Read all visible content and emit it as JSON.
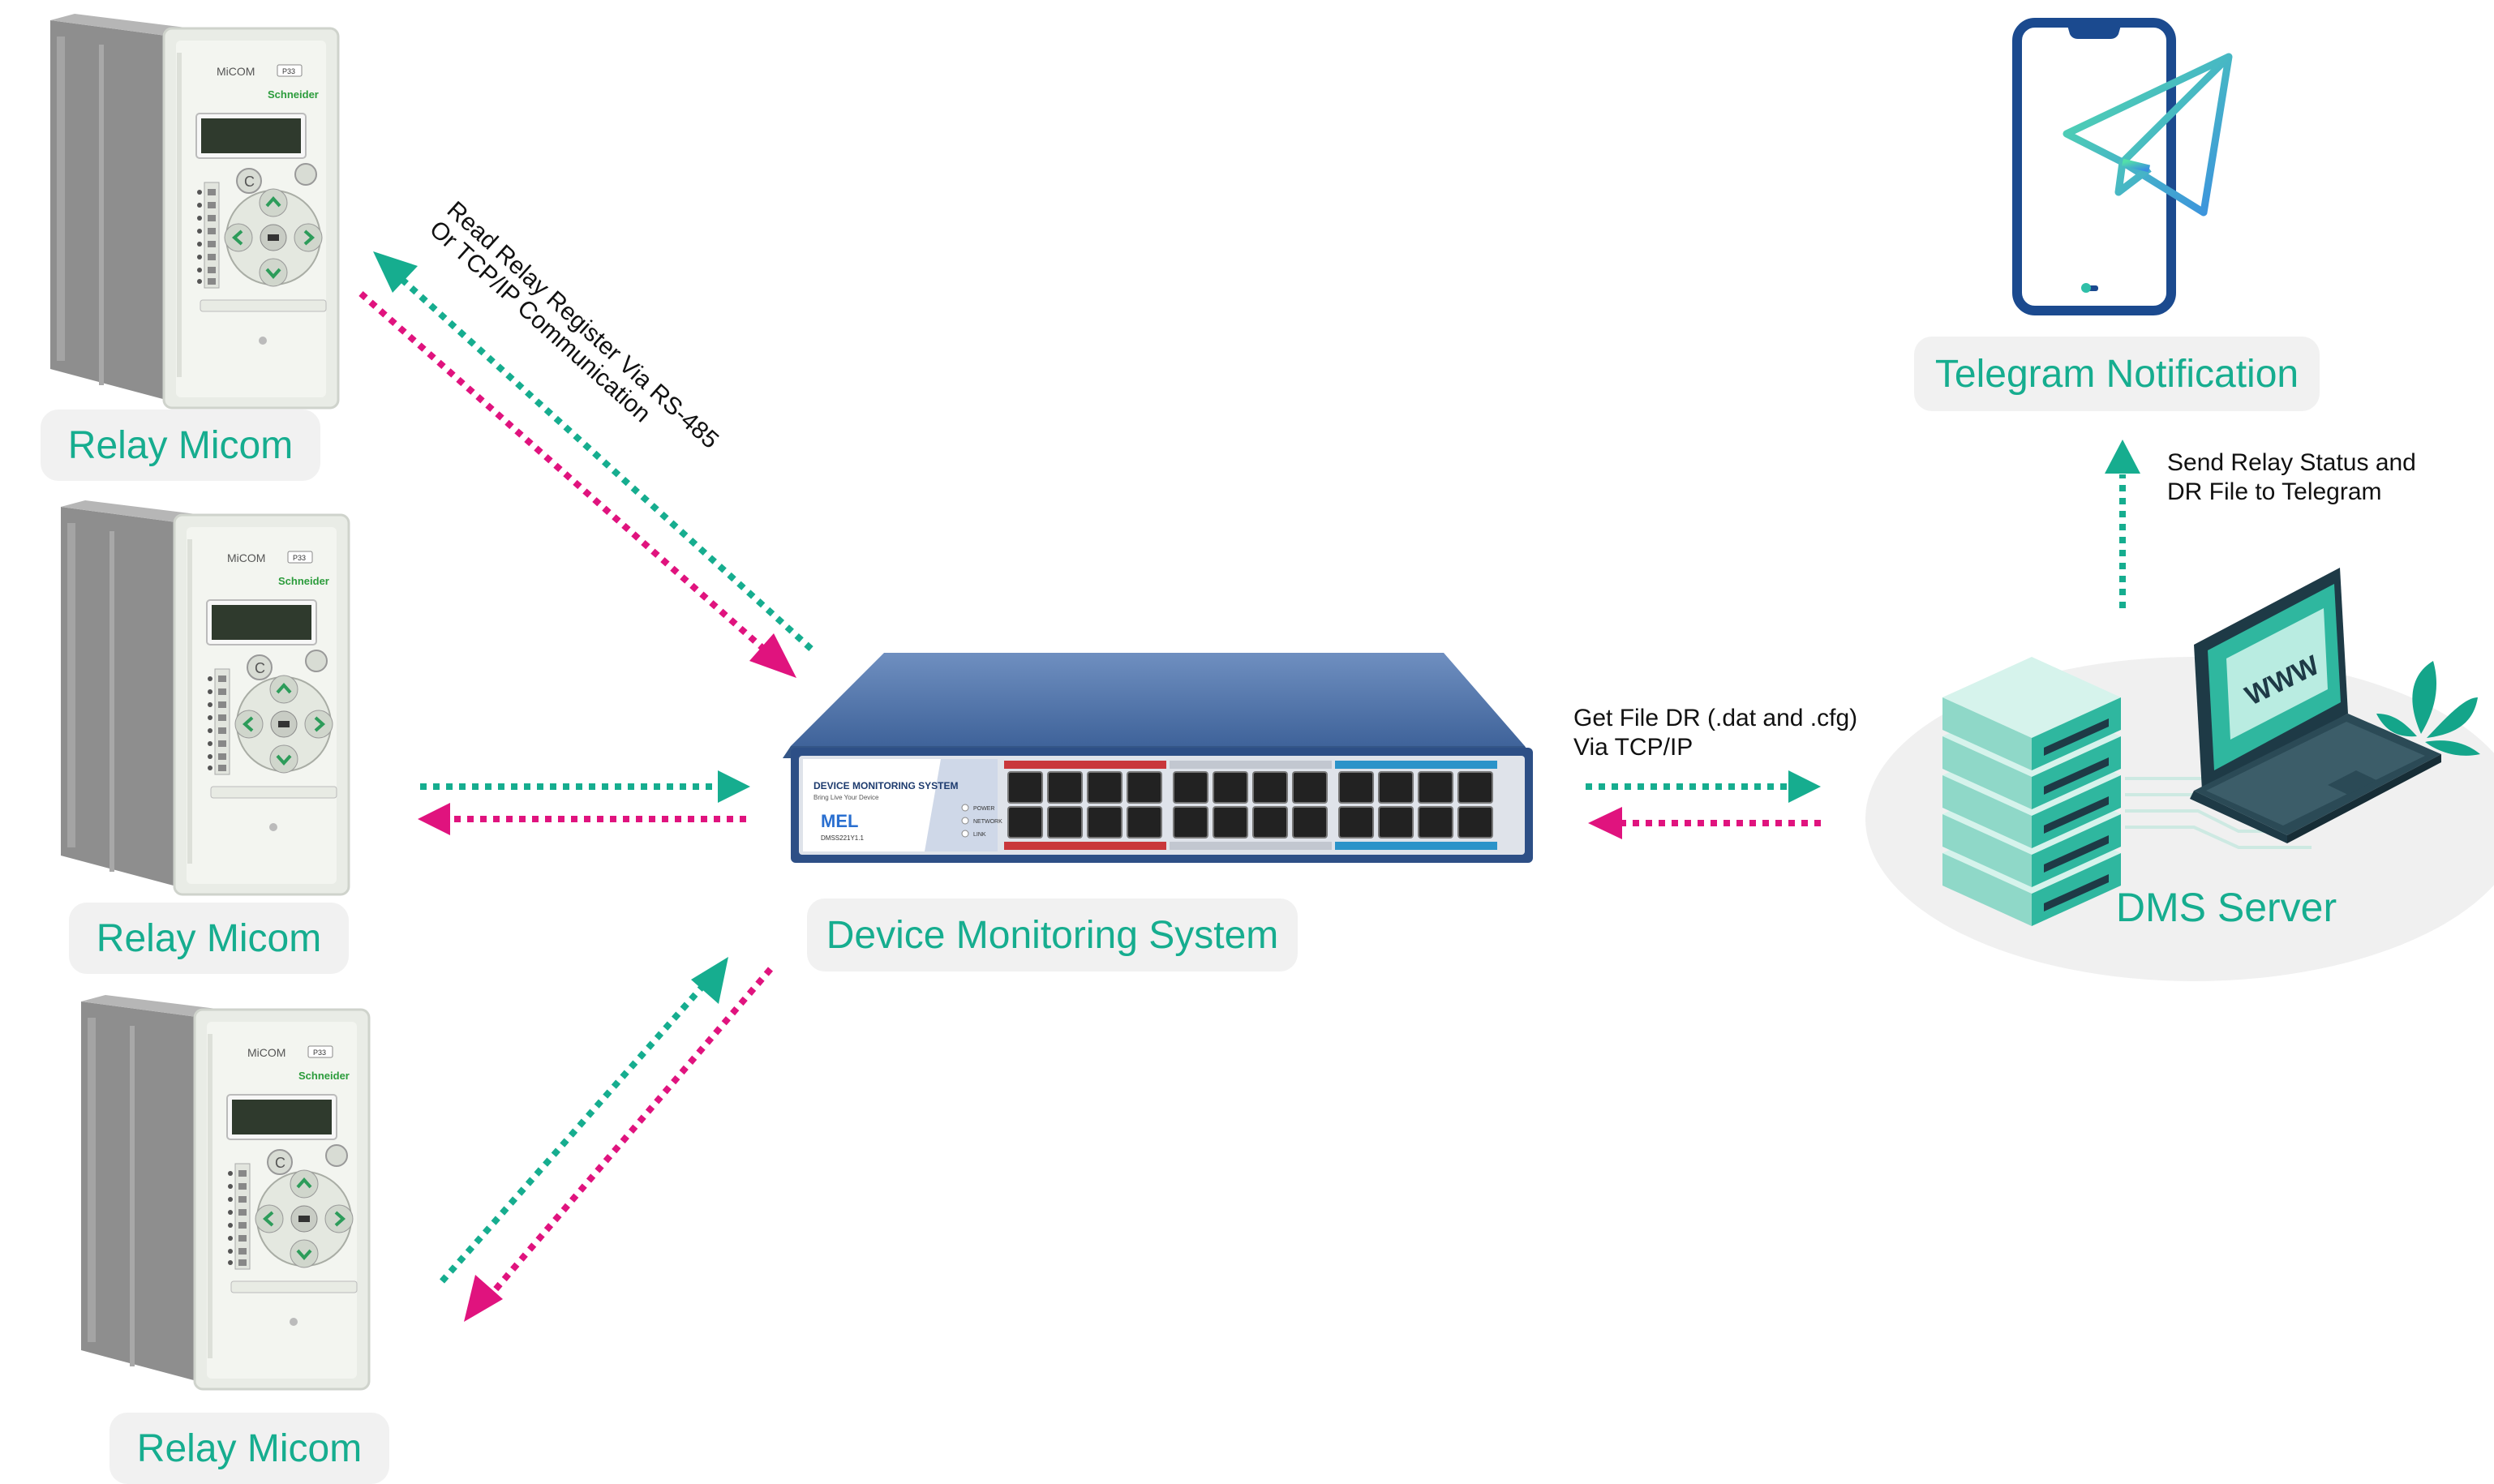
{
  "labels": {
    "relay_1": "Relay Micom",
    "relay_2": "Relay Micom",
    "relay_3": "Relay Micom",
    "dms": "Device Monitoring System",
    "server": "DMS Server",
    "telegram": "Telegram Notification"
  },
  "notes": {
    "rs485_line1": "Read Relay Register Via RS-485",
    "rs485_line2": "Or TCP/IP Communication",
    "getfile_line1": "Get File DR (.dat and .cfg)",
    "getfile_line2": "Via TCP/IP",
    "telegram_line1": "Send Relay Status and",
    "telegram_line2": "DR File to Telegram"
  },
  "relay_panel": {
    "brand": "MiCOM",
    "model": "P33",
    "maker": "Schneider",
    "clear_key": "C"
  },
  "device": {
    "name": "DEVICE MONITORING SYSTEM",
    "tagline": "Bring Live Your Device",
    "logo": "MEL",
    "model": "DMSS221Y1.1",
    "led_power": "POWER",
    "led_network": "NETWORK",
    "led_link": "LINK"
  },
  "laptop": {
    "screen": "WWW"
  },
  "colors": {
    "teal": "#16ad8f",
    "magenta": "#e0137e",
    "switch_blue": "#4f74a8",
    "phone_blue": "#1b4a8f",
    "pill_bg": "#f1f1f1"
  }
}
